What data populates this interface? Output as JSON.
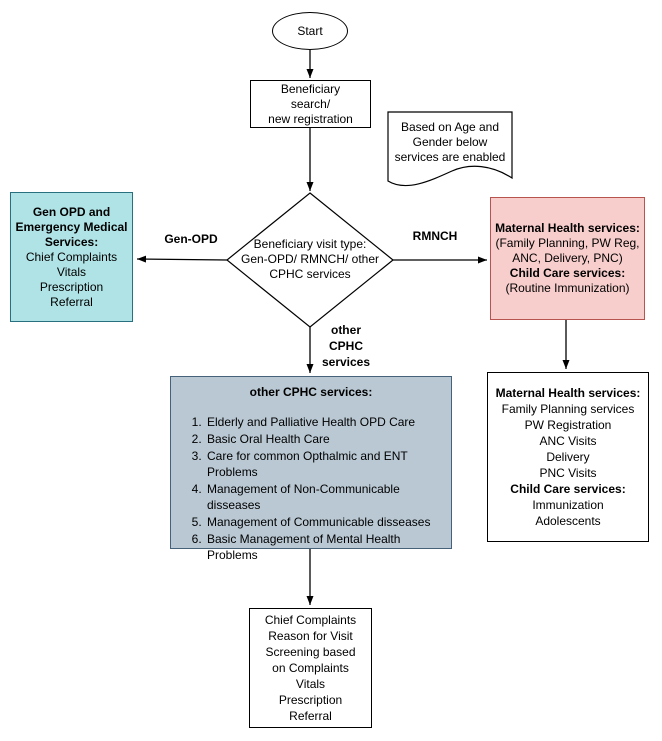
{
  "colors": {
    "line": "#000000",
    "teal_fill": "#b0e3e6",
    "teal_border": "#28707f",
    "pink_fill": "#f8cecc",
    "pink_border": "#b85450",
    "slate_fill": "#b9c8d3",
    "slate_border": "#46627a"
  },
  "flow": {
    "start": "Start",
    "registration": [
      "Beneficiary",
      "search/",
      "new registration"
    ],
    "note": [
      "Based on Age and",
      "Gender below",
      "services are enabled"
    ],
    "decision": [
      "Beneficiary visit type:",
      "Gen-OPD/ RMNCH/ other",
      "CPHC services"
    ],
    "labels": {
      "gen_opd": "Gen-OPD",
      "rmnch": "RMNCH",
      "other": [
        "other",
        "CPHC",
        "services"
      ]
    },
    "gen_opd_box": {
      "title": [
        "Gen OPD and",
        "Emergency Medical",
        "Services:"
      ],
      "items": [
        "Chief Complaints",
        "Vitals",
        "Prescription",
        "Referral"
      ]
    },
    "rmnch_box": {
      "maternal_title": "Maternal Health services:",
      "maternal_sub": "(Family Planning, PW Reg, ANC, Delivery, PNC)",
      "child_title": "Child Care services:",
      "child_sub": "(Routine Immunization)"
    },
    "cphc_box": {
      "title": "other CPHC services:",
      "items": [
        "Elderly and Palliative Health OPD Care",
        "Basic Oral Health Care",
        "Care for common Opthalmic and ENT Problems",
        "Management of Non-Communicable disseases",
        "Management of Communicable disseases",
        "Basic Management of Mental Health Problems"
      ]
    },
    "mch_detail_box": {
      "maternal_title": "Maternal Health services:",
      "maternal_items": [
        "Family Planning services",
        "PW Registration",
        "ANC Visits",
        "Delivery",
        "PNC Visits"
      ],
      "child_title": "Child Care services:",
      "child_items": [
        "Immunization",
        "Adolescents"
      ]
    },
    "visit_box": [
      "Chief Complaints",
      "Reason for Visit",
      "Screening based",
      "on Complaints",
      "Vitals",
      "Prescription",
      "Referral"
    ]
  }
}
